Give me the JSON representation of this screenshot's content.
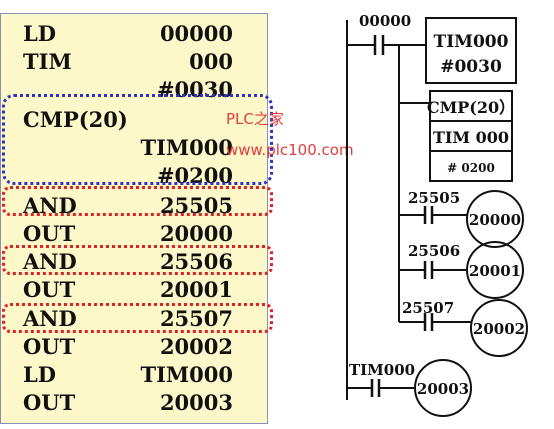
{
  "program": [
    {
      "op": "LD",
      "arg": "00000"
    },
    {
      "op": "TIM",
      "arg": "000"
    },
    {
      "op": "",
      "arg": "#0030"
    },
    {
      "op": "CMP(20)",
      "arg": ""
    },
    {
      "op": "",
      "arg": "TIM000"
    },
    {
      "op": "",
      "arg": "#0200"
    },
    {
      "op": "AND",
      "arg": "25505"
    },
    {
      "op": "OUT",
      "arg": "20000"
    },
    {
      "op": "AND",
      "arg": "25506"
    },
    {
      "op": "OUT",
      "arg": "20001"
    },
    {
      "op": "AND",
      "arg": "25507"
    },
    {
      "op": "OUT",
      "arg": "20002"
    },
    {
      "op": "LD",
      "arg": "TIM000"
    },
    {
      "op": "OUT",
      "arg": "20003"
    }
  ],
  "watermark": {
    "name": "PLC之家",
    "url": "www.plc100.com"
  },
  "ladder": {
    "contact_input": "00000",
    "timer_name": "TIM000",
    "timer_preset": "#0030",
    "cmp_name": "CMP(20）",
    "cmp_operand1": "TIM 000",
    "cmp_operand2": "# 0200",
    "flag1": "25505",
    "coil1": "20000",
    "flag2": "25506",
    "coil2": "20001",
    "flag3": "25507",
    "coil3": "20002",
    "contact_timer": "TIM000",
    "coil4": "20003"
  },
  "colors": {
    "panel_bg": "#fdf8c9",
    "panel_border": "#8a8fb8",
    "highlight_blue": "#2b33c9",
    "highlight_red": "#e02222",
    "watermark": "#e23c3c"
  }
}
